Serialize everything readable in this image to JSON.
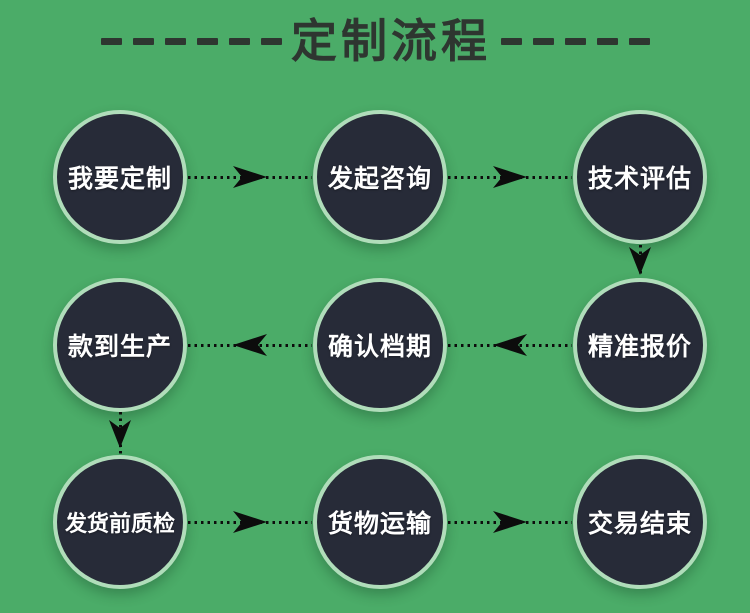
{
  "title": {
    "text": "定制流程",
    "left_dash_count": 6,
    "right_dash_count": 5
  },
  "nodes": [
    {
      "id": "step-1",
      "label": "我要定制"
    },
    {
      "id": "step-2",
      "label": "发起咨询"
    },
    {
      "id": "step-3",
      "label": "技术评估"
    },
    {
      "id": "step-4",
      "label": "精准报价"
    },
    {
      "id": "step-5",
      "label": "确认档期"
    },
    {
      "id": "step-6",
      "label": "款到生产"
    },
    {
      "id": "step-7",
      "label": "发货前质检"
    },
    {
      "id": "step-8",
      "label": "货物运输"
    },
    {
      "id": "step-9",
      "label": "交易结束"
    }
  ],
  "flow": [
    {
      "from": "我要定制",
      "to": "发起咨询",
      "direction": "right"
    },
    {
      "from": "发起咨询",
      "to": "技术评估",
      "direction": "right"
    },
    {
      "from": "技术评估",
      "to": "精准报价",
      "direction": "down"
    },
    {
      "from": "精准报价",
      "to": "确认档期",
      "direction": "left"
    },
    {
      "from": "确认档期",
      "to": "款到生产",
      "direction": "left"
    },
    {
      "from": "款到生产",
      "to": "发货前质检",
      "direction": "down"
    },
    {
      "from": "发货前质检",
      "to": "货物运输",
      "direction": "right"
    },
    {
      "from": "货物运输",
      "to": "交易结束",
      "direction": "right"
    }
  ],
  "colors": {
    "background": "#4bac68",
    "circle_fill": "#272b38",
    "circle_ring": "#b0ddba",
    "circle_text": "#ffffff",
    "title_text": "#2e3630",
    "arrow": "#0c0c0c"
  }
}
